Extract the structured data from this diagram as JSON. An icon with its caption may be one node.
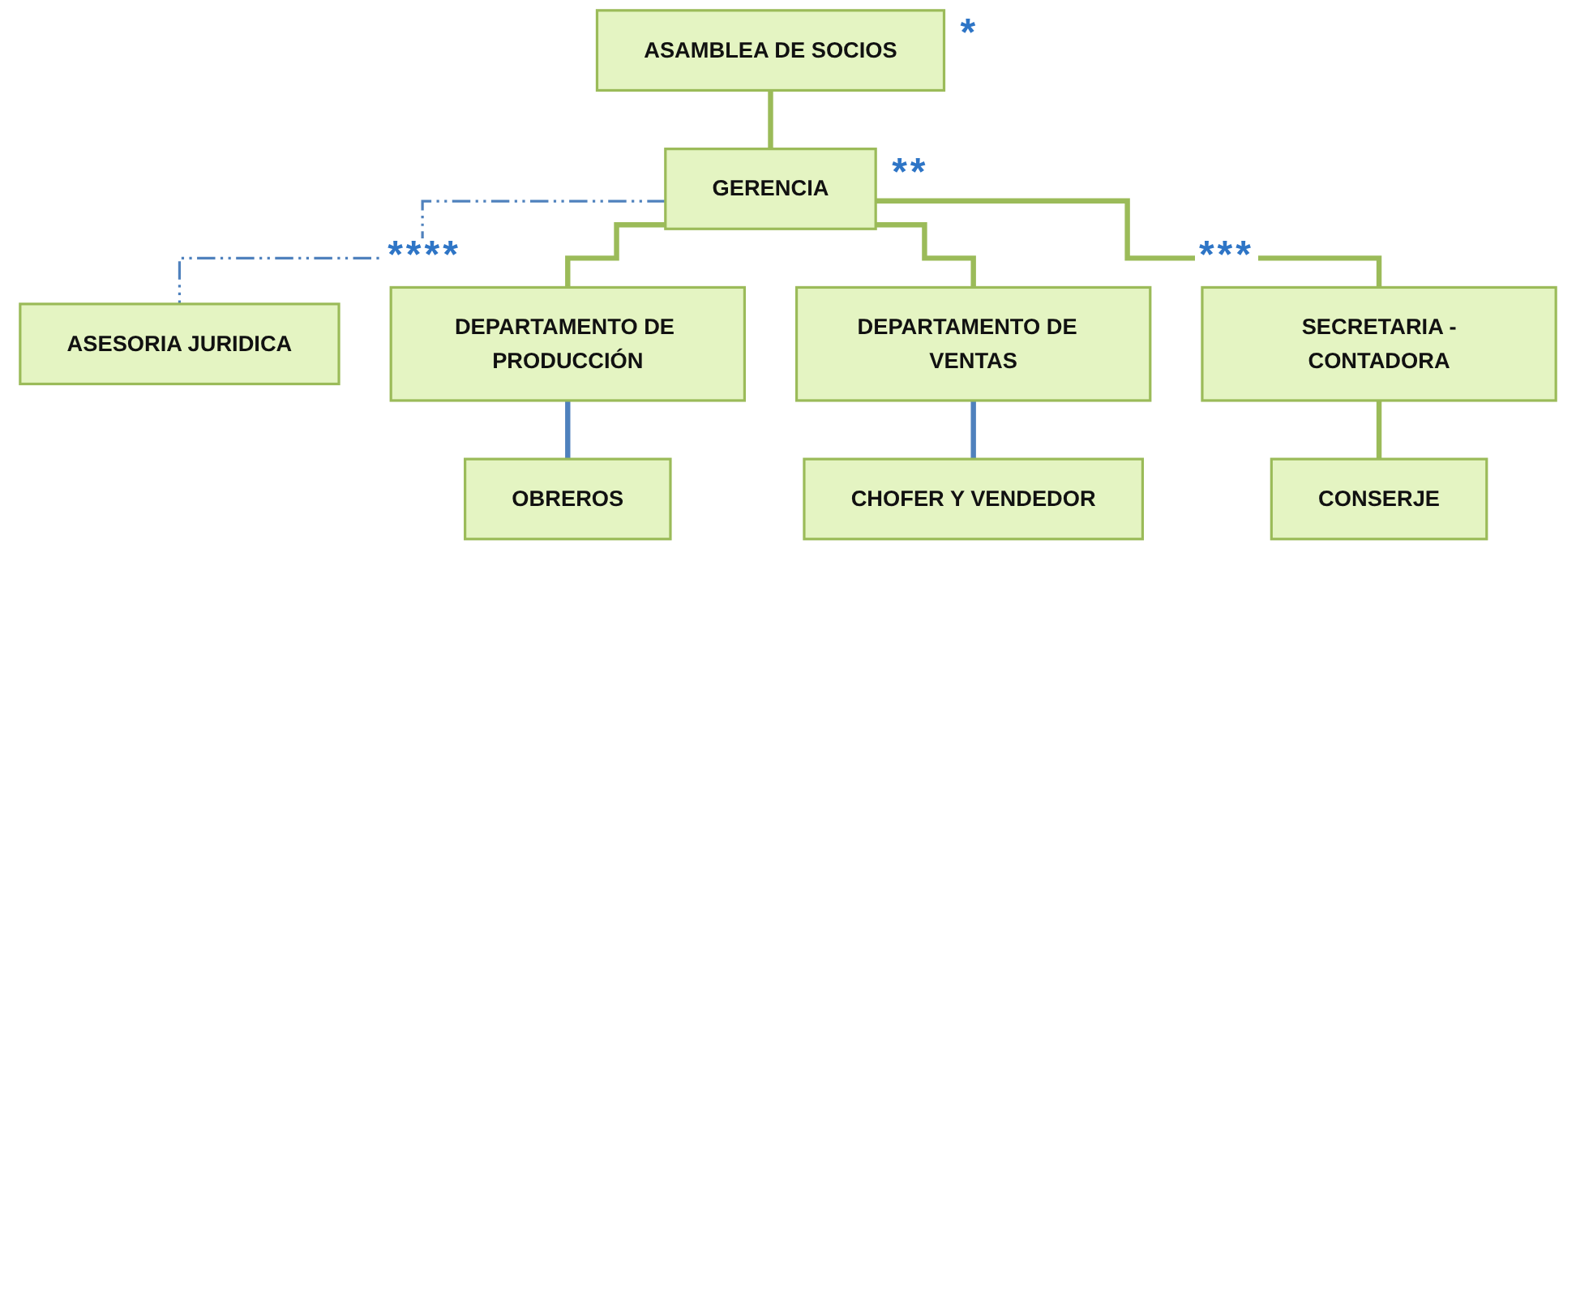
{
  "diagram": {
    "nodes": [
      {
        "text": [
          "ASAMBLEA DE SOCIOS"
        ]
      },
      {
        "text": [
          "GERENCIA"
        ]
      },
      {
        "text": [
          "ASESORIA JURIDICA"
        ]
      },
      {
        "text": [
          "SECRETARIA -CONTADORA"
        ]
      },
      {
        "text": [
          "CONSERJE"
        ]
      },
      {
        "text": [
          "DEPARTAMENTO DE PRODUCCIÓN"
        ]
      },
      {
        "text": [
          "DEPARTAMENTO DE  VENTAS"
        ]
      },
      {
        "text": [
          "OBREROS"
        ]
      },
      {
        "text": [
          "CHOFER Y VENDEDOR"
        ]
      }
    ],
    "edges": [
      {
        "from": 0,
        "to": 1,
        "arrow": "none"
      },
      {
        "from": 1,
        "to": 2,
        "arrow": "none",
        "style": "dashed",
        "color": "#4f81bd"
      },
      {
        "from": 1,
        "to": 5,
        "arrow": "none"
      },
      {
        "from": 1,
        "to": 6,
        "arrow": "none"
      },
      {
        "from": 1,
        "to": 3,
        "arrow": "none"
      },
      {
        "from": 3,
        "to": 4,
        "arrow": "none"
      },
      {
        "from": 5,
        "to": 7,
        "arrow": "none",
        "color": "#4f81bd"
      },
      {
        "from": 6,
        "to": 8,
        "arrow": "none",
        "color": "#4f81bd"
      }
    ],
    "labels": [
      "*",
      "**",
      "***",
      "****"
    ]
  }
}
